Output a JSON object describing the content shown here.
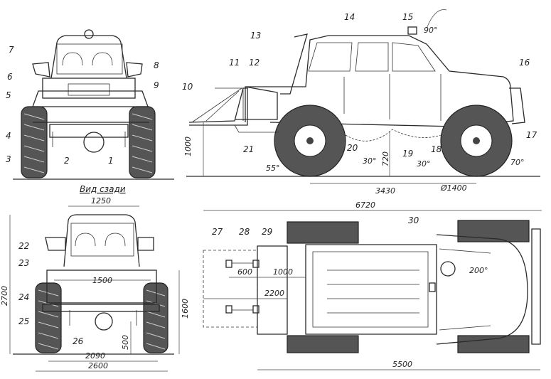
{
  "callouts": [
    "1",
    "2",
    "3",
    "4",
    "5",
    "6",
    "7",
    "8",
    "9",
    "10",
    "11",
    "12",
    "13",
    "14",
    "15",
    "16",
    "17",
    "18",
    "19",
    "20",
    "21",
    "22",
    "23",
    "24",
    "25",
    "26",
    "27",
    "28",
    "29",
    "30"
  ],
  "rear_view_caption": "Вид сзади",
  "dimensions": {
    "side_height": "1000",
    "wheelbase": "3430",
    "wheel_dia": "Ø1400",
    "ground_clear": "720",
    "side_total": "2700",
    "rear_width_top": "1250",
    "rear_inner": "1500",
    "rear_track": "2090",
    "rear_total": "2600",
    "rear_h": "1600",
    "rear_axle_h": "500",
    "plan_total": "6720",
    "plan_body": "5500",
    "plan_hitch_w": "2200",
    "plan_hitch_a": "600",
    "plan_hitch_b": "1000"
  },
  "angles": {
    "roof": "90°",
    "approach": "55°",
    "mid": "30°",
    "breakover": "30°",
    "departure": "70°",
    "steer": "200°"
  }
}
